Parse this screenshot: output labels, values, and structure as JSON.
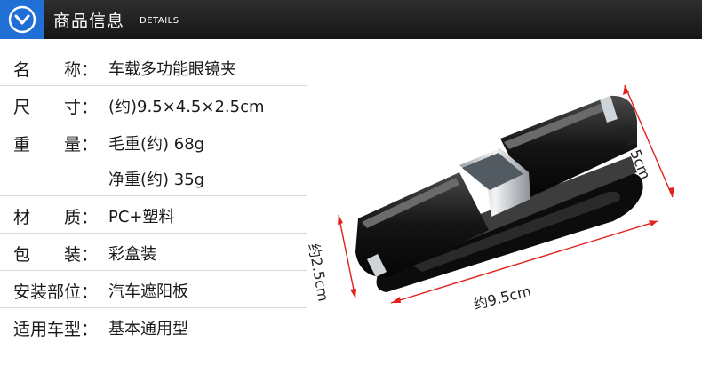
{
  "header": {
    "title": "商品信息",
    "subtitle": "DETAILS",
    "badge_color": "#1f6fd6",
    "icon": "chevron-down-circle-icon"
  },
  "specs": [
    {
      "label": "名　　称：",
      "value": "车载多功能眼镜夹"
    },
    {
      "label": "尺　　寸：",
      "value": "(约)9.5×4.5×2.5cm"
    },
    {
      "label": "重　　量：",
      "value": "毛重(约) 68g"
    },
    {
      "label": "",
      "value": "净重(约) 35g"
    },
    {
      "label": "材　　质：",
      "value": "PC+塑料"
    },
    {
      "label": "包　　装：",
      "value": "彩盒装"
    },
    {
      "label": "安装部位：",
      "value": "汽车遮阳板"
    },
    {
      "label": "适用车型：",
      "value": "基本通用型"
    }
  ],
  "dimensions": {
    "width": "约4.5cm",
    "height": "约2.5cm",
    "length": "约9.5cm",
    "arrow_color": "#e0211c"
  }
}
